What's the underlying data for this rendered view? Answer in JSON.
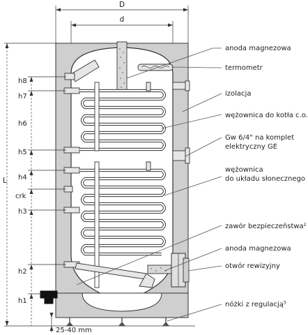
{
  "dimensions": {
    "outer_diameter": "D",
    "inner_diameter": "d",
    "height": "L",
    "feet": "25-40 mm"
  },
  "heights": [
    {
      "id": "h8",
      "label": "h8"
    },
    {
      "id": "h7",
      "label": "h7"
    },
    {
      "id": "h6",
      "label": "h6"
    },
    {
      "id": "h5",
      "label": "h5"
    },
    {
      "id": "h4",
      "label": "h4"
    },
    {
      "id": "crk",
      "label": "crk"
    },
    {
      "id": "h3",
      "label": "h3"
    },
    {
      "id": "h2",
      "label": "h2"
    },
    {
      "id": "h1",
      "label": "h1"
    }
  ],
  "callouts": [
    {
      "id": "anoda-top",
      "lines": [
        "anoda magnezowa"
      ]
    },
    {
      "id": "termometr",
      "lines": [
        "termometr"
      ]
    },
    {
      "id": "izolacja",
      "lines": [
        "izolacja"
      ]
    },
    {
      "id": "wezownica-kotla",
      "lines": [
        "wężownica do kotła c.o."
      ]
    },
    {
      "id": "gw",
      "lines": [
        "Gw 6/4\" na komplet",
        "elektryczny GE"
      ]
    },
    {
      "id": "wezownica-solar",
      "lines": [
        "wężownica",
        "do układu słonecznego"
      ]
    },
    {
      "id": "zawor",
      "lines": [
        "zawór bezpieczeństwa²"
      ]
    },
    {
      "id": "anoda-bottom",
      "lines": [
        "anoda magnezowa"
      ]
    },
    {
      "id": "otwor",
      "lines": [
        "otwór rewizyjny"
      ]
    },
    {
      "id": "nozki",
      "lines": [
        "nóżki z regulacją⁵"
      ]
    }
  ]
}
